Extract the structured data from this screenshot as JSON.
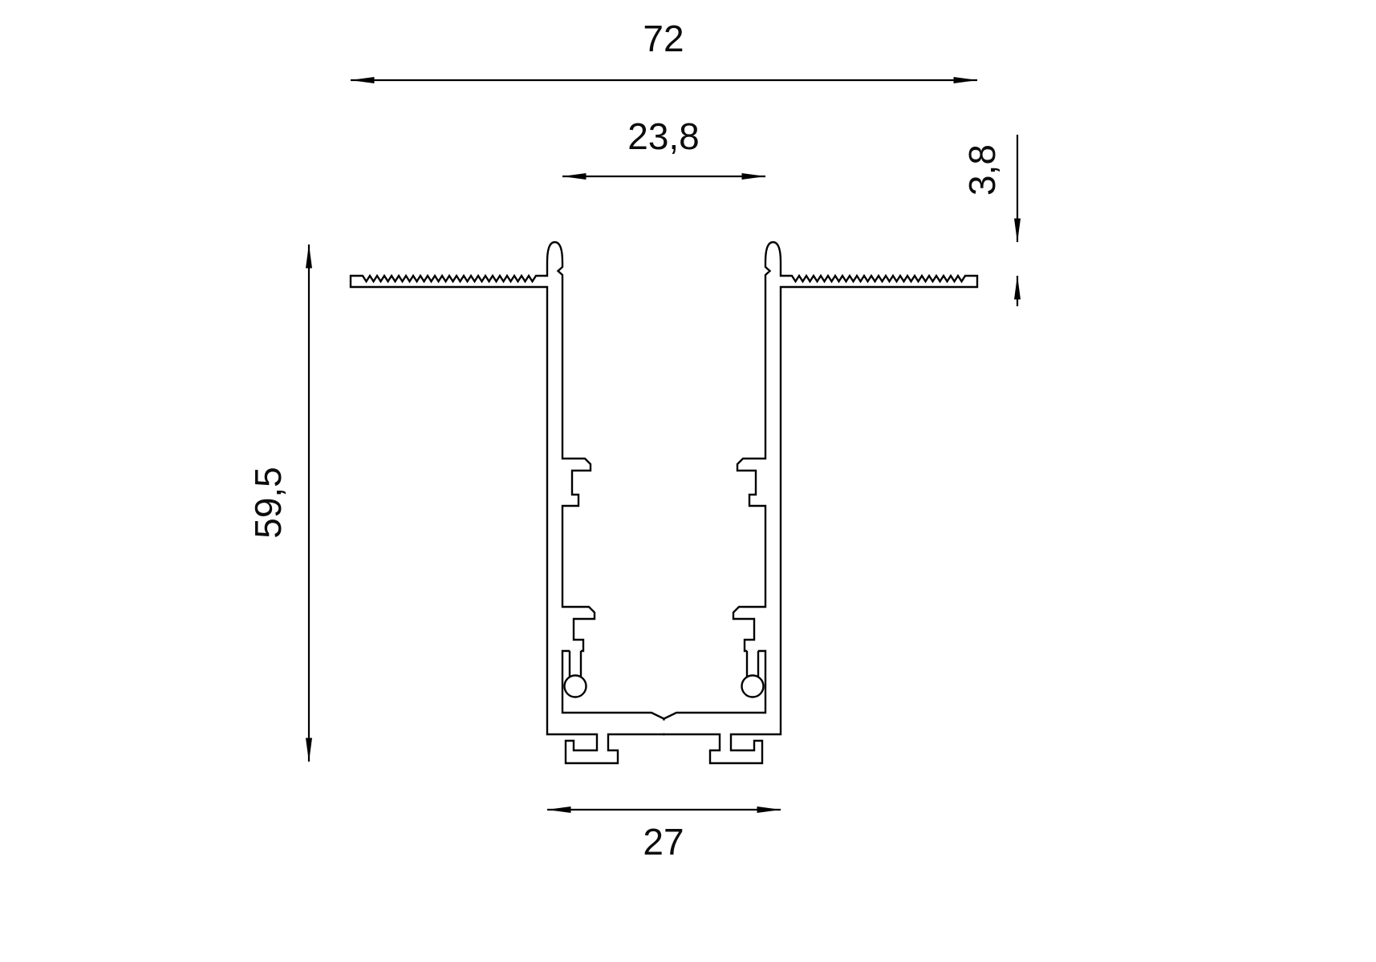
{
  "drawing": {
    "type": "technical-cross-section-profile",
    "background": "#ffffff",
    "line_color": "#000000",
    "dimensions": {
      "overall_width": "72",
      "opening_width": "23,8",
      "flange_step": "3,8",
      "overall_height": "59,5",
      "base_width": "27"
    }
  }
}
